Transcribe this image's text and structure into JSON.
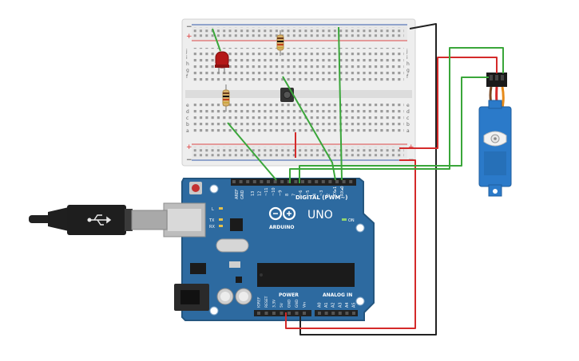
{
  "canvas": {
    "background": "#ffffff"
  },
  "colors": {
    "breadboard": "#eeeeee",
    "breadboard_rail": "#e3e3e3",
    "rail_red": "#e04b4b",
    "rail_blue": "#3a5fb0",
    "arduino_board": "#2d6aa0",
    "arduino_edge": "#24567f",
    "servo_body": "#2b7ac9",
    "wire_green": "#3aa63a",
    "wire_red": "#d42a2a",
    "wire_black": "#222222",
    "led": "#b41818"
  },
  "breadboard": {
    "rail_plus": "+",
    "rail_minus": "−",
    "row_letters_top": [
      "j",
      "i",
      "h",
      "g",
      "f"
    ],
    "row_letters_bottom": [
      "e",
      "d",
      "c",
      "b",
      "a"
    ]
  },
  "arduino": {
    "model_label": "UNO",
    "brand_label": "ARDUINO",
    "digital_label": "DIGITAL (PWM~)",
    "power_label": "POWER",
    "analog_label": "ANALOG IN",
    "aref_label": "AREF",
    "gnd_label": "GND",
    "on_label": "ON",
    "led_l_label": "L",
    "tx_label": "TX",
    "rx_label": "RX",
    "top_pin_labels": [
      "13",
      "12",
      "~11",
      "~10",
      "~9",
      "8",
      "7",
      "~6",
      "~5",
      "4",
      "~3",
      "2",
      "TX▸1",
      "RX◂0"
    ],
    "power_pin_labels": [
      "IOREF",
      "RESET",
      "3.3V",
      "5V",
      "GND",
      "GND",
      "Vin"
    ],
    "analog_pin_labels": [
      "A0",
      "A1",
      "A2",
      "A3",
      "A4",
      "A5"
    ]
  },
  "components": {
    "usb_cable": "usb-b-cable",
    "led": "red-led",
    "resistors": 2,
    "button": "pushbutton",
    "servo": "micro-servo"
  }
}
